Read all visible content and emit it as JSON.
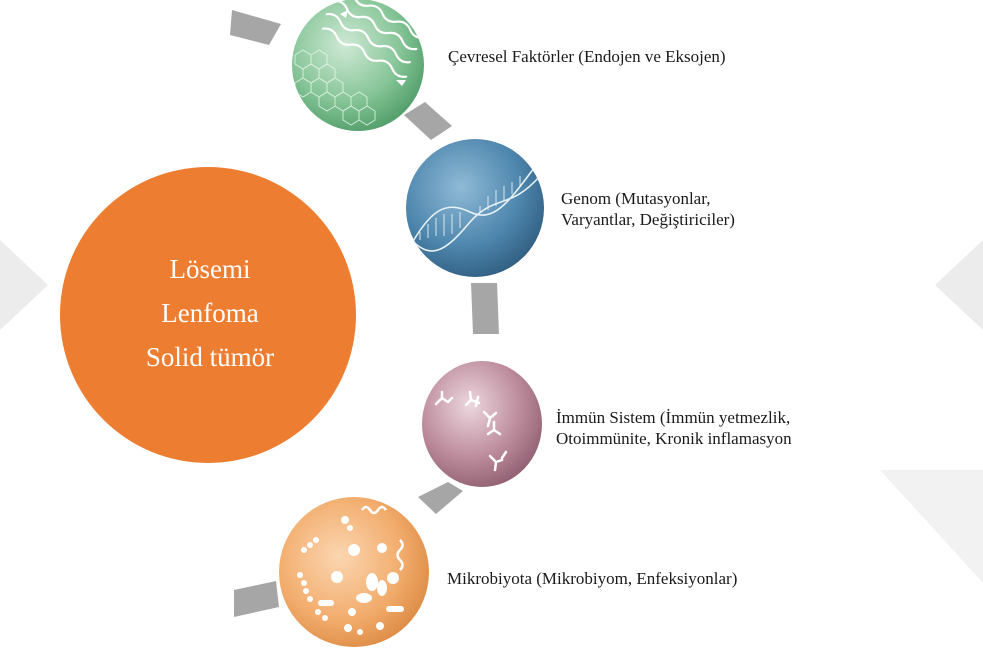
{
  "center": {
    "lines": [
      "Lösemi",
      "Lenfoma",
      "Solid tümör"
    ]
  },
  "factors": [
    {
      "label": "Çevresel Faktörler (Endojen ve Eksojen)",
      "icon": "waves-hexagon-icon",
      "color": "#7fbf8e"
    },
    {
      "label1": "Genom (Mutasyonlar,",
      "label2": "Varyantlar, Değiştiriciler)",
      "icon": "dna-helix-icon",
      "color": "#4d86ad"
    },
    {
      "label1": "İmmün Sistem (İmmün yetmezlik,",
      "label2": "Otoimmünite, Kronik inflamasyon",
      "icon": "antibody-icon",
      "color": "#b57f92"
    },
    {
      "label": "Mikrobiyota (Mikrobiyom, Enfeksiyonlar)",
      "icon": "microbes-icon",
      "color": "#f0a766"
    }
  ],
  "colors": {
    "center": "#ed7d31",
    "connector": "#a6a6a6",
    "watermark": "#ededed"
  }
}
